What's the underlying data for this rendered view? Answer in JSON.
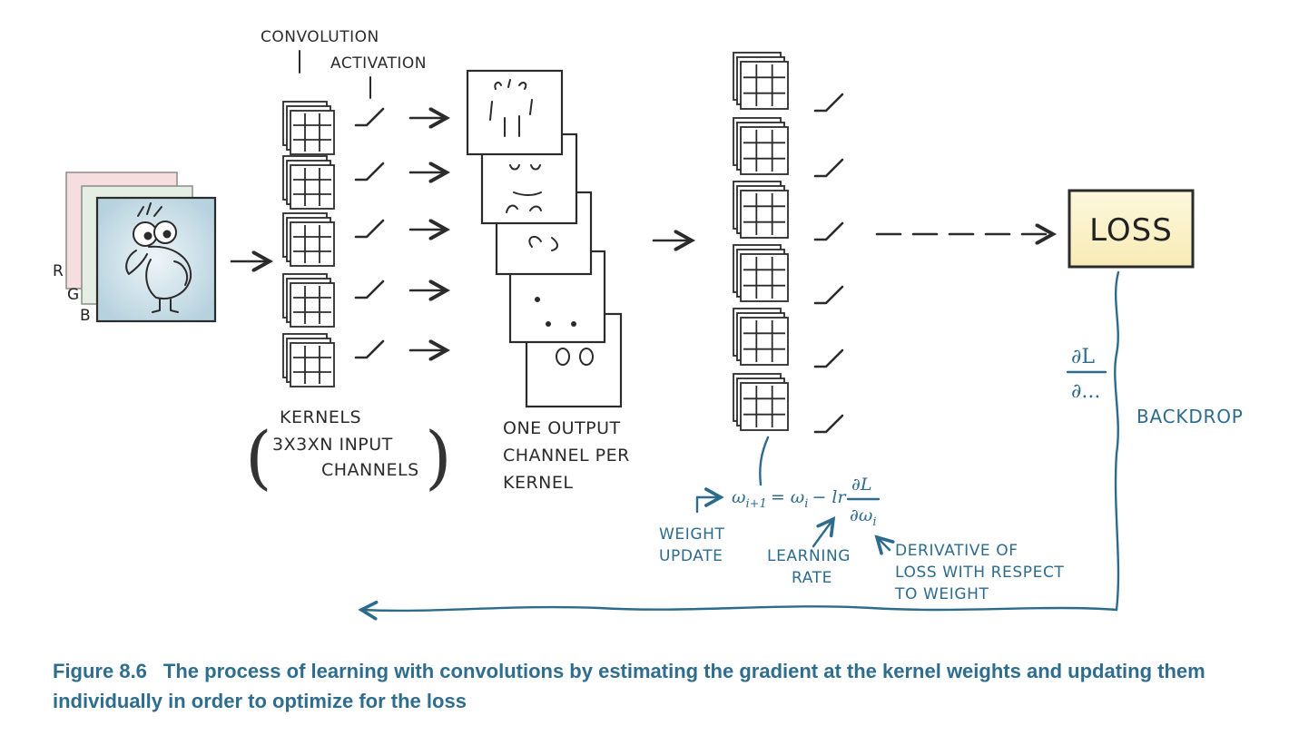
{
  "labels": {
    "convolution": "CONVOLUTION",
    "activation": "ACTIVATION",
    "kernels": "KERNELS",
    "kernels_detail_line1": "3X3XN INPUT",
    "kernels_detail_line2": "CHANNELS",
    "output_line1": "ONE OUTPUT",
    "output_line2": "CHANNEL PER",
    "output_line3": "KERNEL",
    "loss": "LOSS",
    "backdrop": "BACKDROP",
    "channel_r": "R",
    "channel_g": "G",
    "channel_b": "B"
  },
  "gradient": {
    "numerator": "∂L",
    "denominator": "∂..."
  },
  "update": {
    "formula_lhs": "ω",
    "formula_lhs_sub": "i+1",
    "formula_rhs": "= ω",
    "formula_rhs_sub": "i",
    "formula_lr": "− lr",
    "formula_num": "∂L",
    "formula_den": "∂ω",
    "formula_den_sub": "i",
    "weight_update_line1": "WEIGHT",
    "weight_update_line2": "UPDATE",
    "learning_rate_line1": "LEARNING",
    "learning_rate_line2": "RATE",
    "derivative_line1": "DERIVATIVE OF",
    "derivative_line2": "LOSS WITH RESPECT",
    "derivative_line3": "TO WEIGHT"
  },
  "caption": {
    "figure_number": "Figure 8.6",
    "text": "The process of learning with convolutions by estimating the gradient at the kernel weights and updating them individually in order to optimize for the loss"
  },
  "colors": {
    "ink": "#2b2b2b",
    "blue": "#2d6b8c",
    "loss_fill": "#fbf3c9",
    "image_fill": "#c9dfe8"
  }
}
